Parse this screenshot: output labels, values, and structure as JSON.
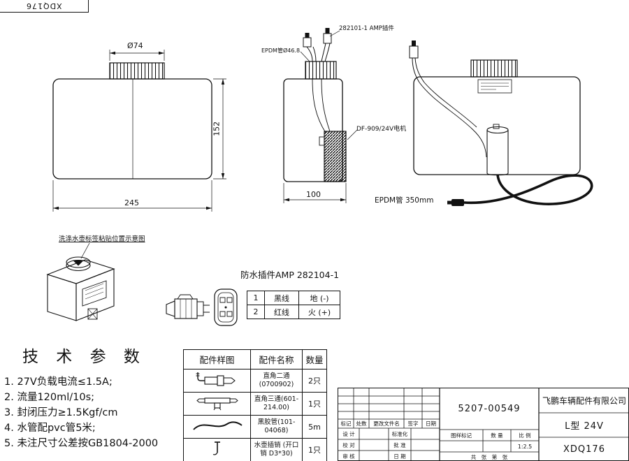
{
  "sheet": {
    "corner_label": "XDQ176"
  },
  "front_view": {
    "dim_diameter": "Ø74",
    "dim_width": "245",
    "dim_height": "152"
  },
  "side_view": {
    "label_amp_connector": "282101-1  AMP插件",
    "label_epdm_tube": "EPDM管Ø46.8",
    "label_motor": "DF-909/24V电机",
    "dim_width": "100"
  },
  "rear_view": {
    "label_epdm_hose": "EPDM管 350mm"
  },
  "iso_view": {
    "caption": "洗涤水壶标签粘贴位置示意图"
  },
  "connector_detail": {
    "title": "防水插件AMP 282104-1",
    "pins": [
      {
        "no": "1",
        "wire": "黑线",
        "polarity": "地 (-)"
      },
      {
        "no": "2",
        "wire": "红线",
        "polarity": "火 (+)"
      }
    ]
  },
  "tech_params": {
    "title": "技 术 参 数",
    "items": [
      "1. 27V负载电流≤1.5A;",
      "2. 流量120ml/10s;",
      "3. 封闭压力≥1.5Kgf/cm",
      "4. 水管配pvc管5米;",
      "5. 未注尺寸公差按GB1804-2000"
    ]
  },
  "parts_table": {
    "headers": [
      "配件样图",
      "配件名称",
      "数量"
    ],
    "rows": [
      {
        "icon": "elbow-fitting-icon",
        "name": "直角二通(0700902)",
        "qty": "2只"
      },
      {
        "icon": "tee-fitting-icon",
        "name": "直角三通(601-214.00)",
        "qty": "1只"
      },
      {
        "icon": "hose-icon",
        "name": "黑胶管(101-04068)",
        "qty": "5m"
      },
      {
        "icon": "pin-icon",
        "name": "水壶插销 (开口销 D3*30)",
        "qty": "1只"
      }
    ]
  },
  "title_block": {
    "part_number": "5207-00549",
    "company": "飞鹏车辆配件有限公司",
    "model": "L型 24V",
    "drawing_number": "XDQ176",
    "revision_headers": [
      "标记",
      "处数",
      "更改文件名",
      "签字",
      "日期"
    ],
    "role_rows": [
      {
        "left": "设 计",
        "right": "标准化"
      },
      {
        "left": "校 对",
        "right": "批 准"
      },
      {
        "left": "审 核",
        "right": "日 期"
      }
    ],
    "stamp_headers": [
      "图样标记",
      "数 量",
      "比 例"
    ],
    "scale": "1:2.5",
    "sheet_info": "共　张　第　张"
  }
}
